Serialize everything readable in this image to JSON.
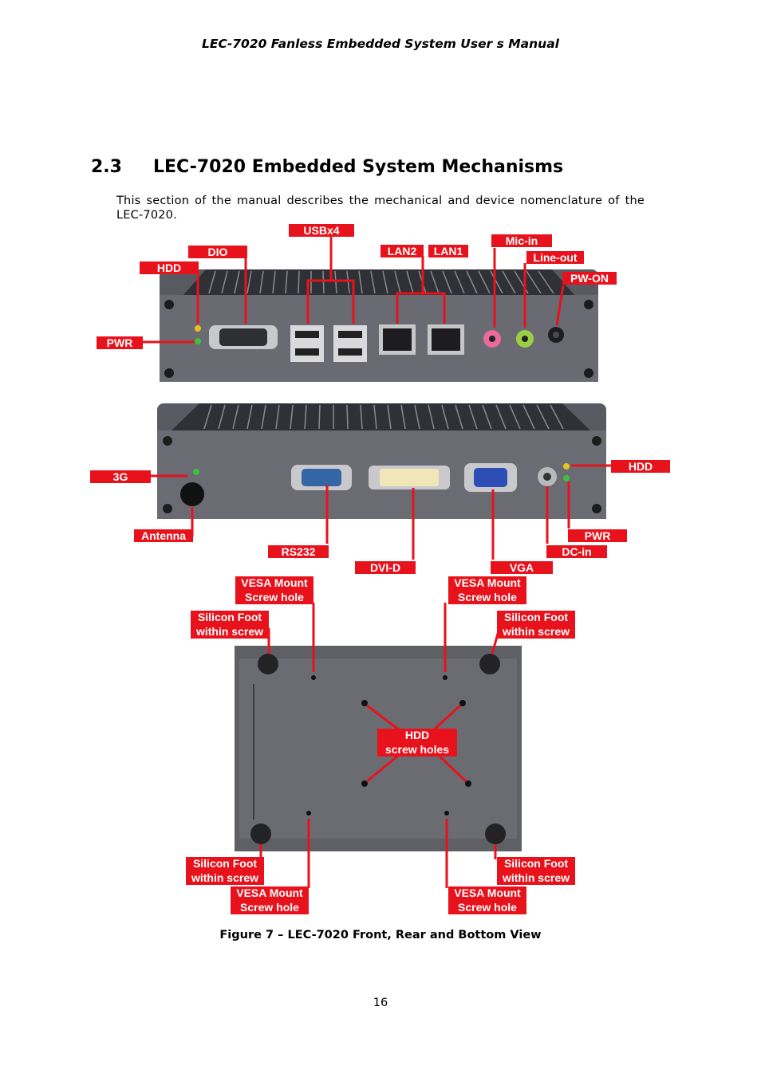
{
  "header": {
    "running_title": "LEC-7020 Fanless Embedded System User s Manual"
  },
  "section": {
    "number": "2.3",
    "title": "LEC-7020 Embedded System Mechanisms",
    "intro": "This section of the manual describes the mechanical and device nomenclature of the LEC-7020."
  },
  "figure": {
    "front_labels": {
      "usb": "USBx4",
      "dio": "DIO",
      "hdd": "HDD",
      "lan2": "LAN2",
      "lan1": "LAN1",
      "mic_in": "Mic-in",
      "line_out": "Line-out",
      "pw_on": "PW-ON",
      "pwr": "PWR"
    },
    "rear_labels": {
      "g3": "3G",
      "antenna": "Antenna",
      "rs232": "RS232",
      "dvi_d": "DVI-D",
      "vga": "VGA",
      "dc_in": "DC-in",
      "pwr": "PWR",
      "hdd": "HDD"
    },
    "bottom_labels": {
      "vesa_line1": "VESA Mount",
      "vesa_line2": "Screw hole",
      "foot_line1": "Silicon Foot",
      "foot_line2": "within screw",
      "hdd_line1": "HDD",
      "hdd_line2": "screw holes"
    },
    "caption": "Figure 7 – LEC-7020 Front, Rear and Bottom View"
  },
  "footer": {
    "page_number": "16"
  },
  "colors": {
    "label_red": "#e8121c",
    "chassis": "#55565c",
    "panel": "#6b6c73"
  }
}
